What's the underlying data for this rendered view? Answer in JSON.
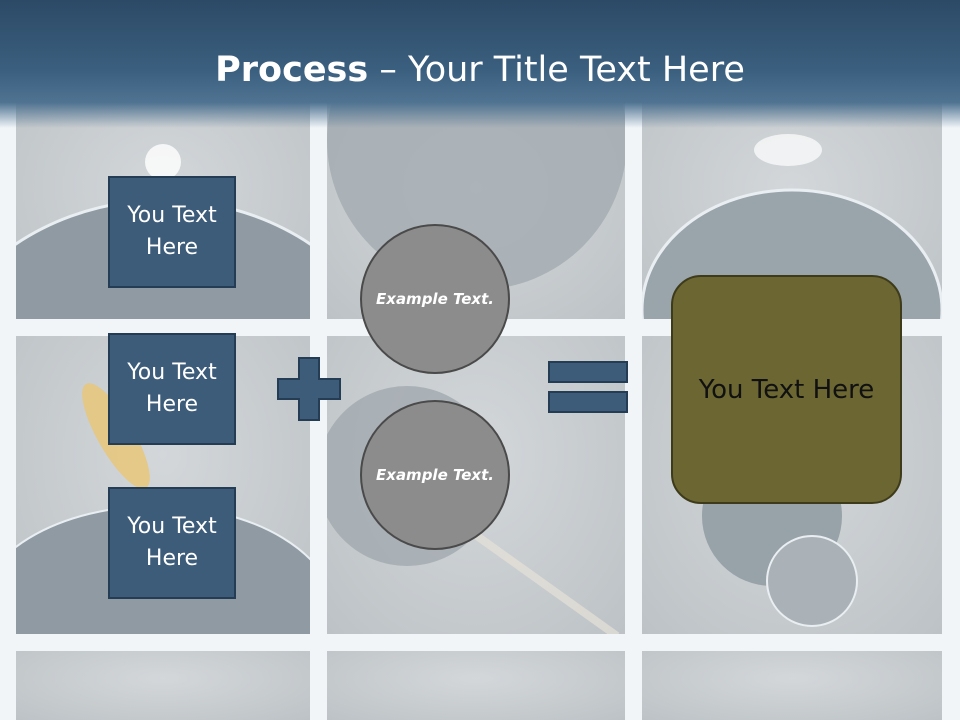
{
  "slide": {
    "title_bold": "Process",
    "title_rest": " – Your Title Text Here"
  },
  "boxes": [
    {
      "label": "You Text Here"
    },
    {
      "label": "You Text Here"
    },
    {
      "label": "You Text Here"
    }
  ],
  "circles": [
    {
      "label": "Example Text."
    },
    {
      "label": "Example Text."
    }
  ],
  "result": {
    "label": "You Text Here"
  },
  "colors": {
    "header": "#3b5f7f",
    "box_fill": "#3d5c7a",
    "circle_fill": "#8c8c8c",
    "result_fill": "#6b6632"
  }
}
